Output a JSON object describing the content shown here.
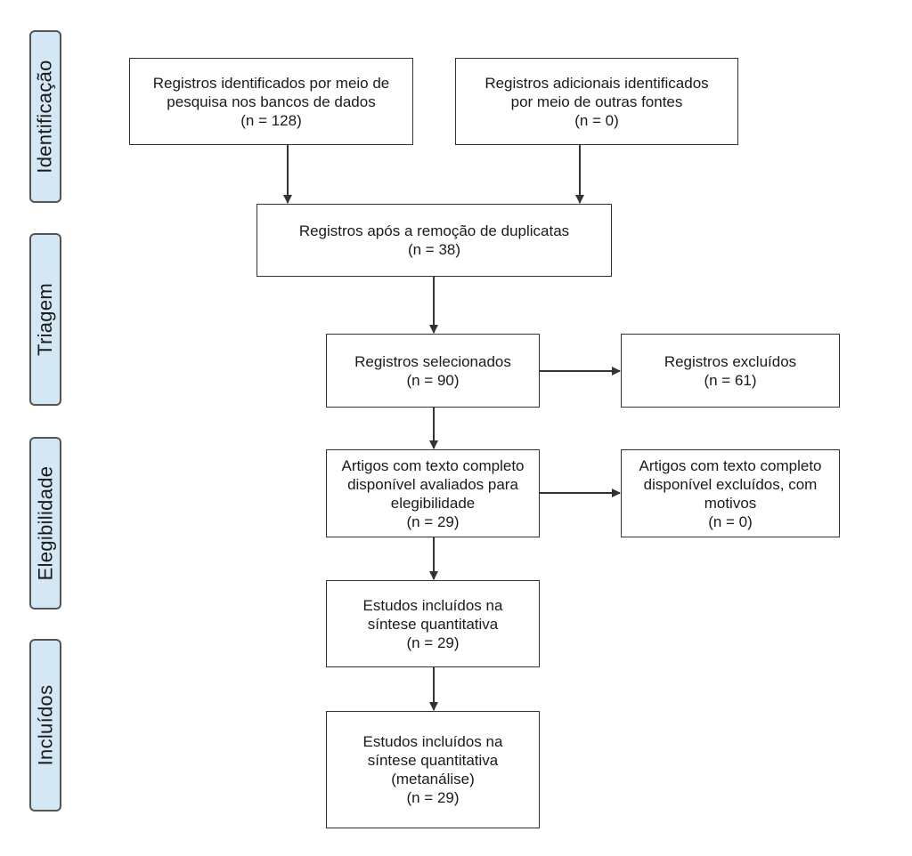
{
  "phases": {
    "identificacao": "Identificação",
    "triagem": "Triagem",
    "elegibilidade": "Elegibilidade",
    "incluidos": "Incluídos"
  },
  "boxes": {
    "db_records": {
      "lines": [
        "Registros identificados por meio de",
        "pesquisa nos bancos de dados",
        "(n = 128)"
      ]
    },
    "other_records": {
      "lines": [
        "Registros adicionais identificados",
        "por meio de outras fontes",
        "(n = 0)"
      ]
    },
    "after_duplicates": {
      "lines": [
        "Registros após a remoção de duplicatas",
        "(n = 38)"
      ]
    },
    "screened": {
      "lines": [
        "Registros selecionados",
        "(n = 90)"
      ]
    },
    "excluded": {
      "lines": [
        "Registros excluídos",
        "(n = 61)"
      ]
    },
    "fulltext_assessed": {
      "lines": [
        "Artigos com texto completo",
        "disponível avaliados para",
        "elegibilidade",
        "(n = 29)"
      ]
    },
    "fulltext_excluded": {
      "lines": [
        "Artigos com texto completo",
        "disponível excluídos, com",
        "motivos",
        "(n = 0)"
      ]
    },
    "qualitative": {
      "lines": [
        "Estudos incluídos na",
        "síntese quantitativa",
        "(n = 29)"
      ]
    },
    "quantitative": {
      "lines": [
        "Estudos incluídos na",
        "síntese quantitativa",
        "(metanálise)",
        "(n = 29)"
      ]
    }
  },
  "colors": {
    "phase_fill": "#d4e7f5",
    "phase_border": "#555555",
    "box_border": "#333333",
    "arrow": "#333333"
  }
}
